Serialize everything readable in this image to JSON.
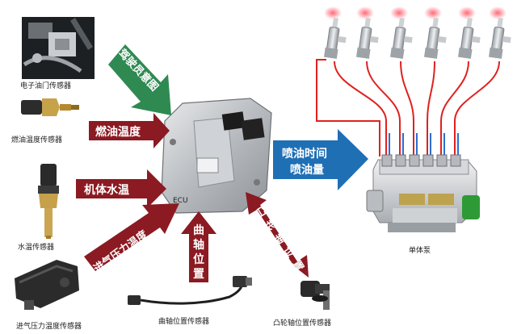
{
  "sensors": {
    "throttle": "电子油门传感器",
    "fuel_temp": "燃油温度传感器",
    "water_temp": "水温传感器",
    "intake": "进气压力温度传感器",
    "crank": "曲轴位置传感器",
    "cam": "凸轮轴位置传感器"
  },
  "signals": {
    "driver_intent": "驾驶员意图",
    "fuel_temp": "燃油温度",
    "engine_temp": "机体水温",
    "intake_pt": "进气压力温度",
    "crank_pos": "曲轴位置",
    "cam_pos": "凸轮轴位置"
  },
  "ecu": {
    "label": "ECU"
  },
  "output": {
    "line1": "喷油时间",
    "line2": "喷油量"
  },
  "pump": {
    "label": "单体泵"
  },
  "colors": {
    "arrow_red": "#8b1a22",
    "arrow_green": "#2f8a52",
    "arrow_blue": "#1f6fb5",
    "wire_red": "#e0211f",
    "wire_blue": "#2b6fd0"
  }
}
